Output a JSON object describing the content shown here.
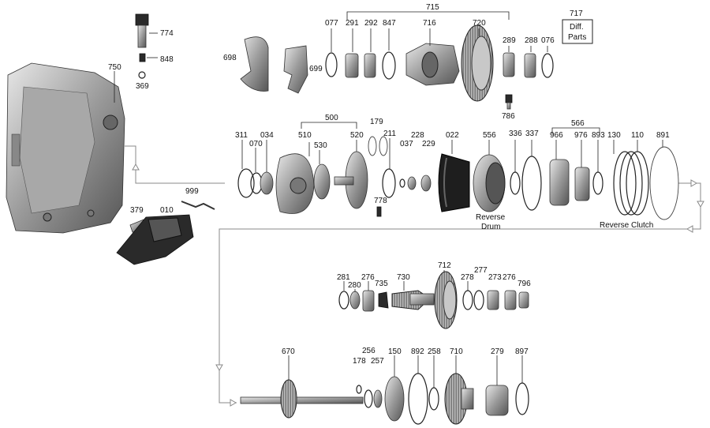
{
  "labels": {
    "p774": "774",
    "p848": "848",
    "p369": "369",
    "p750": "750",
    "p698": "698",
    "p699": "699",
    "p077": "077",
    "p291": "291",
    "p292": "292",
    "p847": "847",
    "p715": "715",
    "p716": "716",
    "p720": "720",
    "p289": "289",
    "p288": "288",
    "p076": "076",
    "p717": "717",
    "p786": "786",
    "p311": "311",
    "p070": "070",
    "p034": "034",
    "p500": "500",
    "p510": "510",
    "p530": "530",
    "p520": "520",
    "p179": "179",
    "p211": "211",
    "p778": "778",
    "p037": "037",
    "p228": "228",
    "p229": "229",
    "p022": "022",
    "p556": "556",
    "p336": "336",
    "p337": "337",
    "p566": "566",
    "p966": "966",
    "p976": "976",
    "p893": "893",
    "p130": "130",
    "p110": "110",
    "p891": "891",
    "p999": "999",
    "p379": "379",
    "p010": "010",
    "p281": "281",
    "p280": "280",
    "p276a": "276",
    "p735": "735",
    "p730": "730",
    "p712": "712",
    "p278": "278",
    "p277": "277",
    "p273": "273",
    "p276b": "276",
    "p796": "796",
    "p670": "670",
    "p178": "178",
    "p256": "256",
    "p257": "257",
    "p150": "150",
    "p892": "892",
    "p258": "258",
    "p710": "710",
    "p279": "279",
    "p897": "897"
  },
  "captions": {
    "diff_parts_line1": "Diff.",
    "diff_parts_line2": "Parts",
    "reverse_drum_line1": "Reverse",
    "reverse_drum_line2": "Drum",
    "reverse_clutch": "Reverse Clutch"
  },
  "colors": {
    "background": "#ffffff",
    "line": "#222222",
    "flow_arrow": "#888888"
  }
}
